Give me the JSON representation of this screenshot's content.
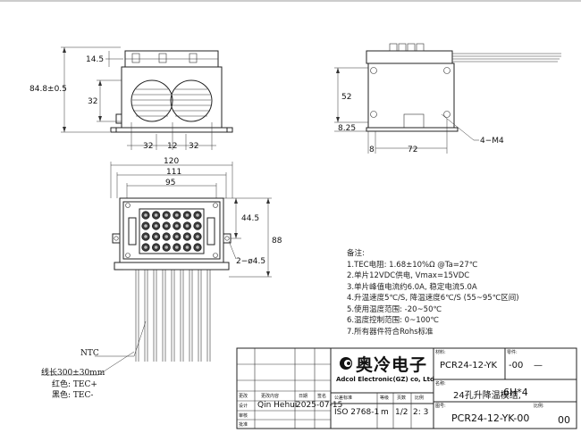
{
  "dimensions": {
    "d_14_5": "14.5",
    "d_84_8": "84.8±0.5",
    "d_32_v": "32",
    "d_32_a": "32",
    "d_12": "12",
    "d_32_b": "32",
    "d_120": "120",
    "d_111": "111",
    "d_95": "95",
    "d_44_5": "44.5",
    "d_88": "88",
    "hole": "2−ø4.5",
    "d_52": "52",
    "d_8_25": "8.25",
    "d_8": "8",
    "d_72": "72",
    "screw": "4−M4"
  },
  "notes": {
    "title": "备注:",
    "items": [
      "1.TEC电阻: 1.68±10%Ω @Ta=27℃",
      "2.单片12VDC供电, Vmax=15VDC",
      "3.单片峰值电流约6.0A, 稳定电流5.0A",
      "4.升温速度5℃/S, 降温速度6℃/S (55~95℃区间)",
      "5.使用温度范围: -20~50℃",
      "6.温度控制范围: 0~100℃",
      "7.所有器件符合Rohs标准"
    ]
  },
  "wires": {
    "ntc": "NTC",
    "length": "线长300±30mm",
    "red": "红色: TEC+",
    "black": "黑色: TEC-"
  },
  "title_block": {
    "company_cn": "奥冷电子",
    "company_en": "Adcol Electronic(GZ) co, Ltd",
    "label_material": "材料:",
    "label_name": "名称:",
    "label_drawing_no": "图号:",
    "label_ratio": "比例:",
    "label_part": "零件:",
    "part_code": "PCR24-12-YK",
    "part_suffix": "-00",
    "part_dash": "—",
    "product_name_a": "24孔升降温模组,",
    "product_name_b": "6H*4",
    "drawing_no": "PCR24-12-YK-00",
    "drawing_no_extra": "00",
    "standard": "ISO 2768-1",
    "grade": "m",
    "sheet": "1/2",
    "scale": "2: 3",
    "designer": "Qin Hehui",
    "date": "2025-07-15",
    "header_changes": "更改",
    "header_content": "更改内容",
    "header_date": "日期",
    "header_sign": "签名",
    "row_design": "设计",
    "row_check": "审核",
    "row_approve": "批准",
    "tol_std": "公差标准",
    "tol_grade": "等级",
    "tol_sheet": "页数",
    "tol_scale": "比例"
  }
}
